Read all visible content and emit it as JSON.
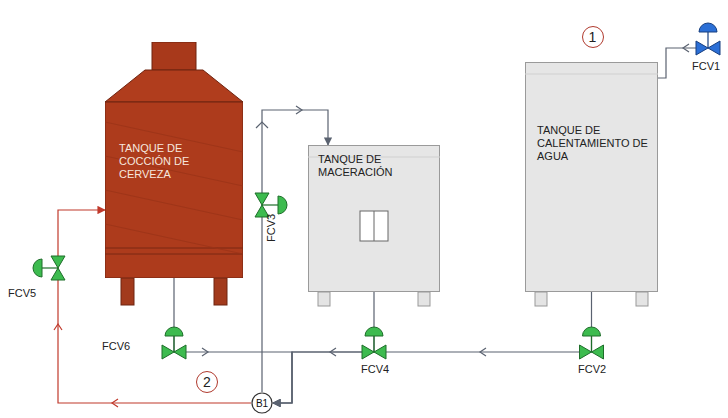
{
  "diagram": {
    "nodes": [
      {
        "text": [
          "TANQUE DE COCCIÓN DE CERVEZA"
        ]
      },
      {
        "text": [
          "TANQUE DE MACERACIÓN"
        ]
      },
      {
        "text": [
          "TANQUE DE CALENTAMIENTO DE AGUA"
        ]
      },
      {
        "text": [
          "B1"
        ]
      }
    ],
    "edges": [
      {
        "from": 2,
        "to": 3,
        "arrow": "to"
      },
      {
        "from": 1,
        "to": 3,
        "arrow": "to"
      },
      {
        "from": 0,
        "to": 3,
        "arrow": "to"
      },
      {
        "from": 3,
        "to": 1,
        "arrow": "to"
      },
      {
        "from": 3,
        "to": 0,
        "arrow": "to"
      }
    ],
    "labels": [
      "1",
      "FCV1",
      "FCV3",
      "FCV5",
      "FCV6",
      "2",
      "FCV4",
      "FCV2"
    ]
  }
}
